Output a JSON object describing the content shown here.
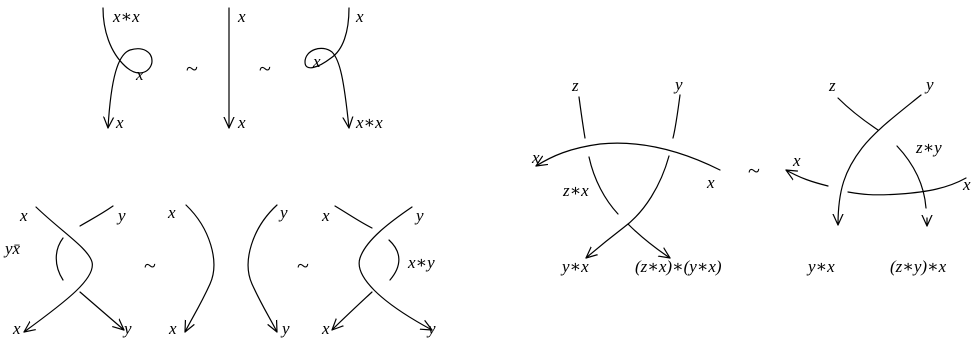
{
  "reidemeister_1": {
    "left": {
      "top": "x∗x",
      "loop": "x",
      "bottom": "x"
    },
    "tilde_1": "~",
    "middle": {
      "top": "x",
      "bottom": "x"
    },
    "tilde_2": "~",
    "right": {
      "top": "x",
      "loop": "x",
      "bottom": "x∗x"
    }
  },
  "reidemeister_2": {
    "left": {
      "top_left": "x",
      "top_right": "y",
      "mid_left": "yx̄",
      "bottom_left": "x",
      "bottom_right": "y"
    },
    "tilde_1": "~",
    "middle": {
      "top_left": "x",
      "top_right": "y",
      "bottom_left": "x",
      "bottom_right": "y"
    },
    "tilde_2": "~",
    "right": {
      "top_left": "x",
      "top_right": "y",
      "mid_right": "x∗y",
      "bottom_left": "x",
      "bottom_right": "y"
    }
  },
  "reidemeister_3": {
    "left": {
      "top_z": "z",
      "top_y": "y",
      "arc_left": "x",
      "arc_right": "x",
      "mid": "z∗x",
      "bottom_left": "y∗x",
      "bottom_right": "(z∗x)∗(y∗x)"
    },
    "tilde": "~",
    "right": {
      "top_z": "z",
      "top_y": "y",
      "arc_left": "x",
      "arc_right": "x",
      "mid": "z∗y",
      "bottom_left": "y∗x",
      "bottom_right": "(z∗y)∗x"
    }
  }
}
